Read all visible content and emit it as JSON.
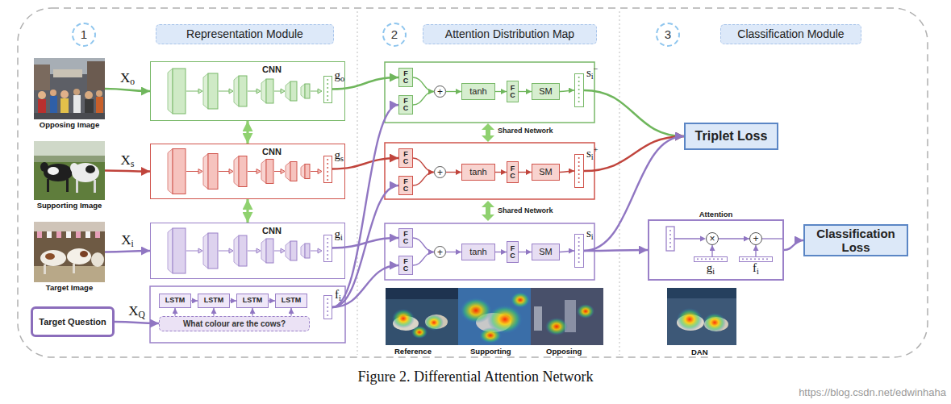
{
  "diagram": {
    "caption": "Figure 2. Differential Attention Network",
    "nodes": [
      {
        "text": [
          "1"
        ]
      },
      {
        "text": [
          "Representation Module"
        ]
      },
      {
        "text": [
          "2"
        ]
      },
      {
        "text": [
          "Attention Distribution Map"
        ]
      },
      {
        "text": [
          "3"
        ]
      },
      {
        "text": [
          "Classification Module"
        ]
      },
      {
        "text": [
          "Opposing Image"
        ]
      },
      {
        "text": [
          "CNN"
        ]
      },
      {
        "text": [
          "go"
        ],
        "in": 7
      },
      {
        "text": [
          "Supporting Image"
        ]
      },
      {
        "text": [
          "CNN"
        ]
      },
      {
        "text": [
          "gs"
        ],
        "in": 10
      },
      {
        "text": [
          "Target Image"
        ]
      },
      {
        "text": [
          "CNN"
        ]
      },
      {
        "text": [
          "gi"
        ],
        "in": 13
      },
      {
        "text": [
          "Target Question"
        ]
      },
      {
        "text": [
          "LSTM"
        ]
      },
      {
        "text": [
          "LSTM"
        ]
      },
      {
        "text": [
          "LSTM"
        ]
      },
      {
        "text": [
          "LSTM"
        ]
      },
      {
        "text": [
          "What colour are the cows?"
        ]
      },
      {
        "text": [
          "fi"
        ]
      },
      {
        "text": [
          "FC"
        ]
      },
      {
        "text": [
          "FC"
        ]
      },
      {
        "text": [
          "+"
        ]
      },
      {
        "text": [
          "tanh"
        ]
      },
      {
        "text": [
          "FC"
        ]
      },
      {
        "text": [
          "SM"
        ]
      },
      {
        "text": [
          "si−"
        ]
      },
      {
        "text": [
          "FC"
        ]
      },
      {
        "text": [
          "FC"
        ]
      },
      {
        "text": [
          "+"
        ]
      },
      {
        "text": [
          "tanh"
        ]
      },
      {
        "text": [
          "FC"
        ]
      },
      {
        "text": [
          "SM"
        ]
      },
      {
        "text": [
          "si+"
        ]
      },
      {
        "text": [
          "FC"
        ]
      },
      {
        "text": [
          "FC"
        ]
      },
      {
        "text": [
          "+"
        ]
      },
      {
        "text": [
          "tanh"
        ]
      },
      {
        "text": [
          "FC"
        ]
      },
      {
        "text": [
          "SM"
        ]
      },
      {
        "text": [
          "si"
        ]
      },
      {
        "text": [
          "Triplet Loss"
        ]
      },
      {
        "text": [
          "Attention"
        ]
      },
      {
        "text": [
          "×"
        ],
        "in": 44
      },
      {
        "text": [
          "+"
        ],
        "in": 44
      },
      {
        "text": [
          "gi"
        ],
        "in": 44
      },
      {
        "text": [
          "fi"
        ],
        "in": 44
      },
      {
        "text": [
          "Classification Loss"
        ]
      }
    ],
    "edges": [
      {
        "from": 6,
        "to": 7,
        "arrow": "to",
        "label": "Xo"
      },
      {
        "from": 9,
        "to": 10,
        "arrow": "to",
        "label": "Xs"
      },
      {
        "from": 12,
        "to": 13,
        "arrow": "to",
        "label": "Xi"
      },
      {
        "from": 15,
        "to": 20,
        "arrow": "to",
        "label": "XQ"
      },
      {
        "from": 7,
        "to": 10,
        "arrow": "both"
      },
      {
        "from": 10,
        "to": 13,
        "arrow": "both"
      },
      {
        "from": 16,
        "to": 17,
        "arrow": "to"
      },
      {
        "from": 17,
        "to": 18,
        "arrow": "to"
      },
      {
        "from": 18,
        "to": 19,
        "arrow": "to"
      },
      {
        "from": 20,
        "to": 16,
        "arrow": "to"
      },
      {
        "from": 20,
        "to": 17,
        "arrow": "to"
      },
      {
        "from": 20,
        "to": 18,
        "arrow": "to"
      },
      {
        "from": 20,
        "to": 19,
        "arrow": "to"
      },
      {
        "from": 8,
        "to": 22,
        "arrow": "to"
      },
      {
        "from": 11,
        "to": 29,
        "arrow": "to"
      },
      {
        "from": 14,
        "to": 36,
        "arrow": "to"
      },
      {
        "from": 21,
        "to": 23,
        "arrow": "to"
      },
      {
        "from": 21,
        "to": 30,
        "arrow": "to"
      },
      {
        "from": 21,
        "to": 37,
        "arrow": "to"
      },
      {
        "from": 22,
        "to": 24,
        "arrow": "to"
      },
      {
        "from": 23,
        "to": 24,
        "arrow": "to"
      },
      {
        "from": 24,
        "to": 25,
        "arrow": "to"
      },
      {
        "from": 25,
        "to": 26,
        "arrow": "to"
      },
      {
        "from": 26,
        "to": 27,
        "arrow": "to"
      },
      {
        "from": 27,
        "to": 28,
        "arrow": "to"
      },
      {
        "from": 29,
        "to": 31,
        "arrow": "to"
      },
      {
        "from": 30,
        "to": 31,
        "arrow": "to"
      },
      {
        "from": 31,
        "to": 32,
        "arrow": "to"
      },
      {
        "from": 32,
        "to": 33,
        "arrow": "to"
      },
      {
        "from": 33,
        "to": 34,
        "arrow": "to"
      },
      {
        "from": 34,
        "to": 35,
        "arrow": "to"
      },
      {
        "from": 36,
        "to": 38,
        "arrow": "to"
      },
      {
        "from": 37,
        "to": 38,
        "arrow": "to"
      },
      {
        "from": 38,
        "to": 39,
        "arrow": "to"
      },
      {
        "from": 39,
        "to": 40,
        "arrow": "to"
      },
      {
        "from": 40,
        "to": 41,
        "arrow": "to"
      },
      {
        "from": 41,
        "to": 42,
        "arrow": "to"
      },
      {
        "from": 28,
        "to": 43,
        "arrow": "to"
      },
      {
        "from": 35,
        "to": 43,
        "arrow": "to"
      },
      {
        "from": 42,
        "to": 43,
        "arrow": "to"
      },
      {
        "from": 42,
        "to": 44,
        "arrow": "to"
      },
      {
        "from": 47,
        "to": 45,
        "arrow": "to"
      },
      {
        "from": 45,
        "to": 46,
        "arrow": "to"
      },
      {
        "from": 48,
        "to": 46,
        "arrow": "to"
      },
      {
        "from": 44,
        "to": 49,
        "arrow": "to"
      }
    ],
    "labels": [
      "Shared Network",
      "Shared Network",
      "Reference",
      "Supporting",
      "Opposing",
      "DAN",
      "https://blog.csdn.net/edwinhaha"
    ]
  }
}
